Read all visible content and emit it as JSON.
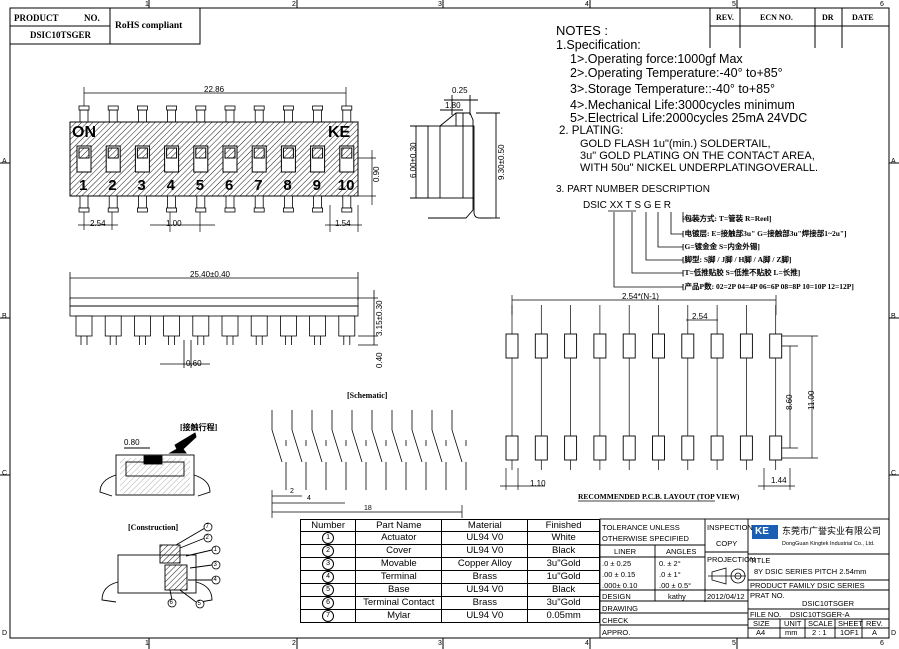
{
  "border": {
    "cols": [
      "1",
      "2",
      "3",
      "4",
      "5",
      "6"
    ],
    "rows": [
      "A",
      "B",
      "C",
      "D"
    ]
  },
  "header": {
    "product_label": "PRODUCT",
    "no_label": "NO.",
    "product_no": "DSIC10TSGER",
    "rohs": "RoHS compliant"
  },
  "rev_block": {
    "rev": "REV.",
    "ecn": "ECN NO.",
    "dr": "DR",
    "date": "DATE"
  },
  "notes": {
    "title": "NOTES :",
    "spec_title": "1.Specification:",
    "specs": [
      "1>.Operating force:1000gf Max",
      "2>.Operating Temperature:-40° to+85°",
      "3>.Storage Temperature::-40° to+85°",
      "4>.Mechanical Life:3000cycles minimum",
      "5>.Electrical Life:2000cycles 25mA 24VDC"
    ],
    "plating_title": "2. PLATING:",
    "plating": [
      "GOLD FLASH 1u\"(min.) SOLDERTAIL,",
      "3u\" GOLD PLATING  ON THE CONTACT AREA,",
      "WITH 50u\" NICKEL UNDERPLATINGOVERALL."
    ],
    "part_title": "3. PART NUMBER DESCRIPTION",
    "part_code": "DSIC XX  T  S G E R",
    "part_desc": [
      "[包装方式: T=管装  R=Reel]",
      "[电镀层: E=接触部3u\" G=接触部3u\"焊接部1~2u\"]",
      "[G=镀金金  S=内金外锡]",
      "[脚型: S脚 / J脚 / H脚 / A脚 / Z脚]",
      "[T=低推贴胶  S=低推不贴胶 L=长推]",
      "[产品P数: 02=2P 04=4P 06=6P 08=8P 10=10P 12=12P]"
    ]
  },
  "top_view": {
    "overall_dim": "22.86",
    "on_label": "ON",
    "brand": "KE",
    "numbers": [
      "1",
      "2",
      "3",
      "4",
      "5",
      "6",
      "7",
      "8",
      "9",
      "10"
    ],
    "pitch": "2.54",
    "pin_w": "1.00",
    "right_dim": "1.54",
    "height_dim": "0.90"
  },
  "side_view": {
    "top_dim": "0.25",
    "inner_dim": "1.80",
    "h1": "6.00±0.30",
    "h2": "9.30±0.50"
  },
  "front_view": {
    "width_dim": "25.40±0.40",
    "h_dim": "3.15±0.30",
    "pin_dim": "0.60",
    "bottom_dim": "0.40"
  },
  "schematic": {
    "title": "[Schematic]",
    "dim1": "2",
    "dim2": "4",
    "dim3": "18"
  },
  "section": {
    "label": "[接触行程]",
    "dim": "0.80"
  },
  "construction": {
    "title": "[Construction]",
    "callouts": [
      "1",
      "2",
      "3",
      "4",
      "5",
      "6",
      "7"
    ]
  },
  "pcb": {
    "pitch_total": "2.54*(N-1)",
    "pitch": "2.54",
    "h1": "8.60",
    "h2": "11.00",
    "pad_w": "1.10",
    "pad_x": "1.44",
    "caption": "RECOMMENDED P.C.B. LAYOUT (TOP VIEW)"
  },
  "bom": {
    "headers": [
      "Number",
      "Part Name",
      "Material",
      "Finished"
    ],
    "rows": [
      [
        "1",
        "Actuator",
        "UL94 V0",
        "White"
      ],
      [
        "2",
        "Cover",
        "UL94 V0",
        "Black"
      ],
      [
        "3",
        "Movable",
        "Copper Alloy",
        "3u\"Gold"
      ],
      [
        "4",
        "Terminal",
        "Brass",
        "1u\"Gold"
      ],
      [
        "5",
        "Base",
        "UL94 V0",
        "Black"
      ],
      [
        "6",
        "Terminal Contact",
        "Brass",
        "3u\"Gold"
      ],
      [
        "7",
        "Mylar",
        "UL94 V0",
        "0.05mm"
      ]
    ]
  },
  "tolerance": {
    "title1": "TOLERANCE UNLESS",
    "title2": "OTHERWISE SPECIFIED",
    "liner": "LINER",
    "angles": "ANGLES",
    "lines": [
      [
        ".0  ± 0.25",
        "0.  ±  2°"
      ],
      [
        ".00 ± 0.15",
        ".0  ±  1°"
      ],
      [
        ".000± 0.10",
        ".00 ±  0.5°"
      ]
    ],
    "design": "DESIGN",
    "designer": "kathy",
    "drawing": "DRAWING",
    "check": "CHECK",
    "appro": "APPRO.",
    "inspection": "INSPECTION",
    "copy": "COPY",
    "projection": "PROJECTION",
    "date": "2012/04/12"
  },
  "title_block": {
    "company_cn": "东莞市广誉实业有限公司",
    "company_en": "DongGuan Kingtek Industrial Co., Ltd.",
    "logo": "KE",
    "title_label": "TITLE",
    "title": "8Y DSIC SERIES PITCH 2.54mm",
    "family": "PRODUCT FAMILY DSIC SERIES",
    "part_label": "PRAT NO.",
    "part_no": "DSIC10TSGER",
    "file_label": "FILE NO.",
    "file_no": "DSIC10TSGER-A",
    "size_label": "SIZE",
    "unit_label": "UNIT",
    "scale_label": "SCALE",
    "sheet_label": "SHEET",
    "rev_label": "REV.",
    "size": "A4",
    "unit": "mm",
    "scale": "2 : 1",
    "sheet": "1OF1",
    "rev": "A"
  }
}
